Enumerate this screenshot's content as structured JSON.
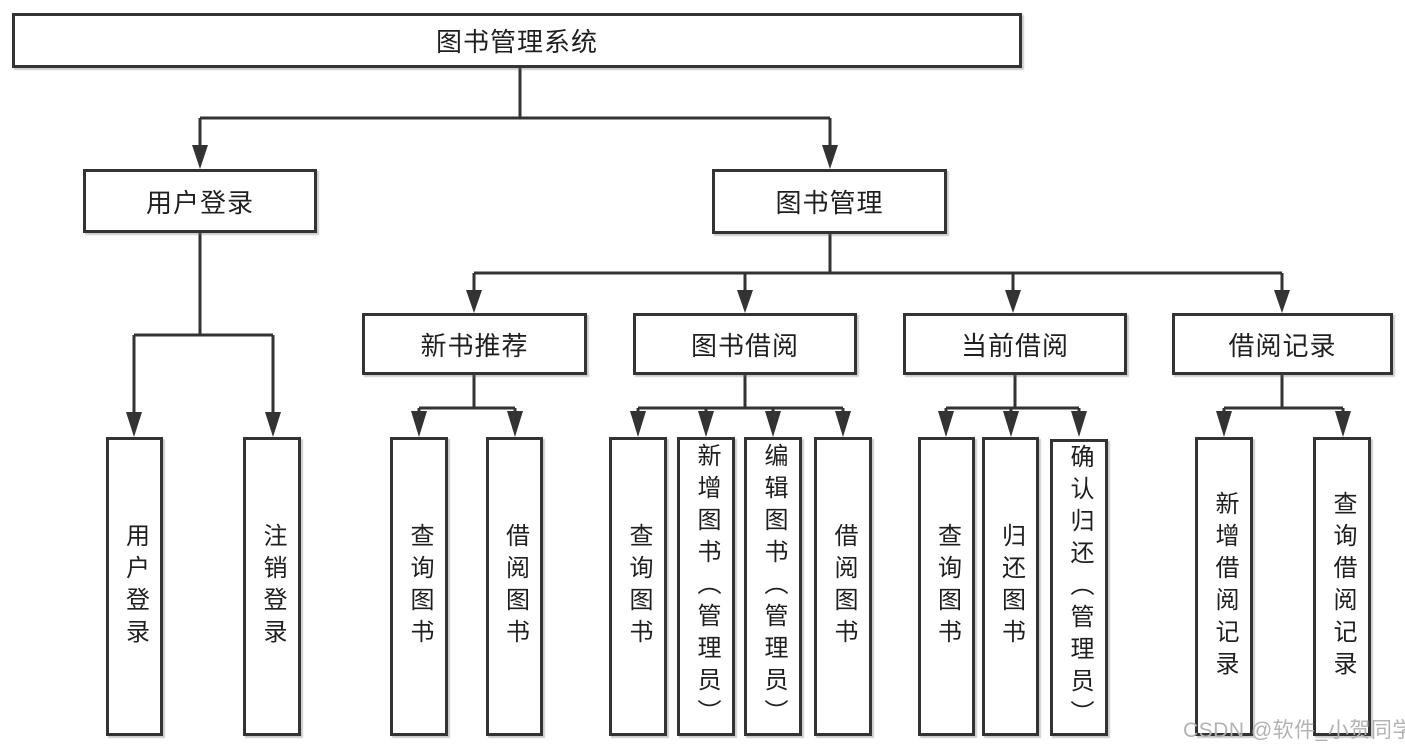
{
  "diagram": {
    "title": "图书管理系统",
    "root": {
      "label": "图书管理系统"
    },
    "branches": [
      {
        "label": "用户登录",
        "children": [
          "用户登录",
          "注销登录"
        ]
      },
      {
        "label": "图书管理",
        "sub_branches": [
          {
            "label": "新书推荐",
            "children": [
              "查询图书",
              "借阅图书"
            ]
          },
          {
            "label": "图书借阅",
            "children": [
              "查询图书",
              "新增图书（管理员）",
              "编辑图书（管理员）",
              "借阅图书"
            ]
          },
          {
            "label": "当前借阅",
            "children": [
              "查询图书",
              "归还图书",
              "确认归还（管理员）"
            ]
          },
          {
            "label": "借阅记录",
            "children": [
              "新增借阅记录",
              "查询借阅记录"
            ]
          }
        ]
      }
    ]
  },
  "watermark": {
    "text": "CSDN @软件_小贺同学"
  },
  "colors": {
    "line": "#333333",
    "box_border": "#333333",
    "text": "#1f1f1f",
    "watermark": "#b3b3b3",
    "background": "#ffffff"
  }
}
